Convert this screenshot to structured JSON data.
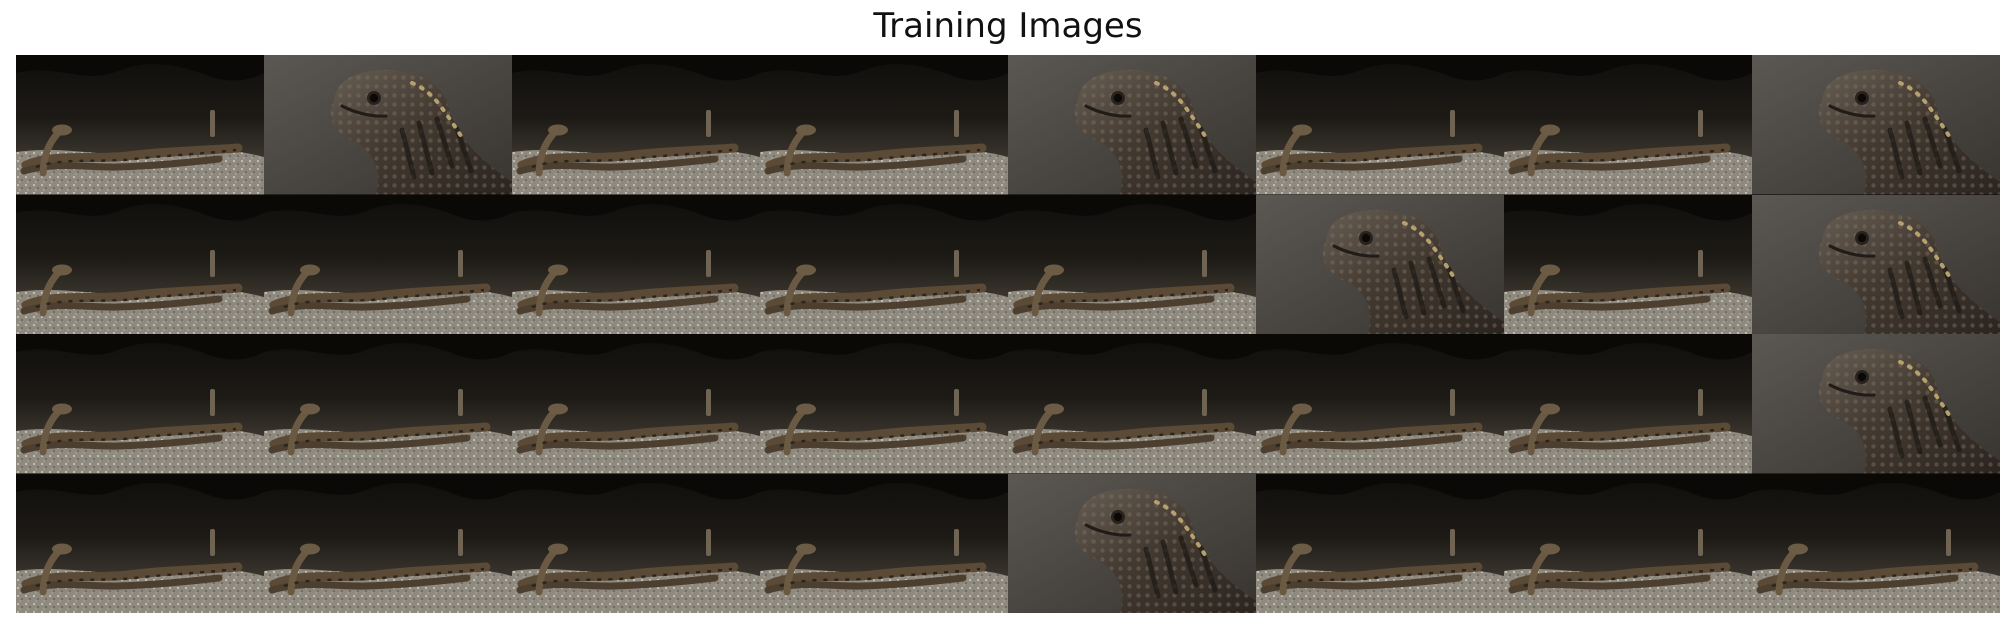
{
  "figure": {
    "title": "Training Images"
  },
  "grid": {
    "rows": 4,
    "columns": 8,
    "tiles": [
      [
        "snake",
        "lizard",
        "snake",
        "snake",
        "lizard",
        "snake",
        "snake",
        "lizard"
      ],
      [
        "snake",
        "snake",
        "snake",
        "snake",
        "snake",
        "lizard",
        "snake",
        "lizard"
      ],
      [
        "snake",
        "snake",
        "snake",
        "snake",
        "snake",
        "snake",
        "snake",
        "lizard"
      ],
      [
        "snake",
        "snake",
        "snake",
        "snake",
        "lizard",
        "snake",
        "snake",
        "snake"
      ]
    ]
  },
  "colors": {
    "snake_background": "#1a1814",
    "snake_ground": "#8f8a7f",
    "snake_body": "#5b4b36",
    "lizard_background": "#4a4642",
    "lizard_body": "#3a332c"
  }
}
